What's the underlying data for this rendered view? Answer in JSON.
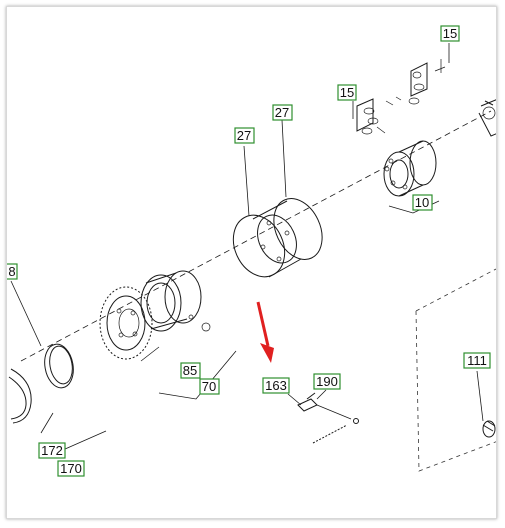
{
  "callouts": {
    "c15_top": "15",
    "c15_mid": "15",
    "c27_right": "27",
    "c27_left": "27",
    "c10": "10",
    "c8": "8",
    "c85": "85",
    "c70": "70",
    "c163": "163",
    "c190": "190",
    "c111": "111",
    "c172": "172",
    "c170": "170"
  },
  "colors": {
    "callout_border": "#2f8f2f",
    "arrow": "#e02020",
    "line": "#1a1a1a"
  },
  "icons": {
    "pointer": "red-arrow-icon"
  }
}
